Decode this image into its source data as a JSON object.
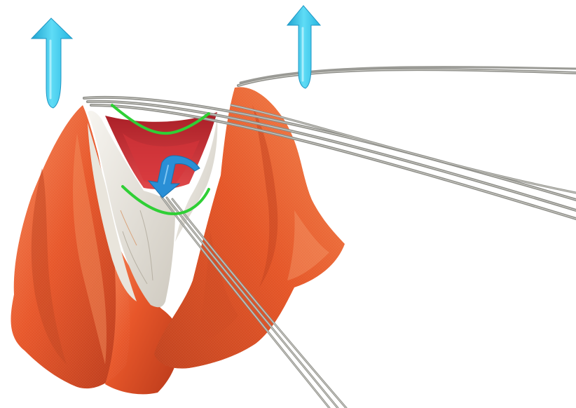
{
  "scene": {
    "background_color": "#ffffff",
    "canopy_color": "#e8572a",
    "canopy_shadow_color": "#b8391a",
    "canopy_highlight_color": "#f58a5c",
    "inner_cell_color": "#c9282f",
    "fabric_white_color": "#ece8df",
    "line_color": "#8f8f8a",
    "line_highlight_color": "#d6d6d0",
    "up_arrow_color": "#35c6ea",
    "down_arrow_color": "#2a8fd6",
    "curve_marker_color": "#2fcf35"
  },
  "arrows": {
    "lift_count": 2,
    "pull_count": 1
  },
  "markers": {
    "curve_count": 2
  }
}
